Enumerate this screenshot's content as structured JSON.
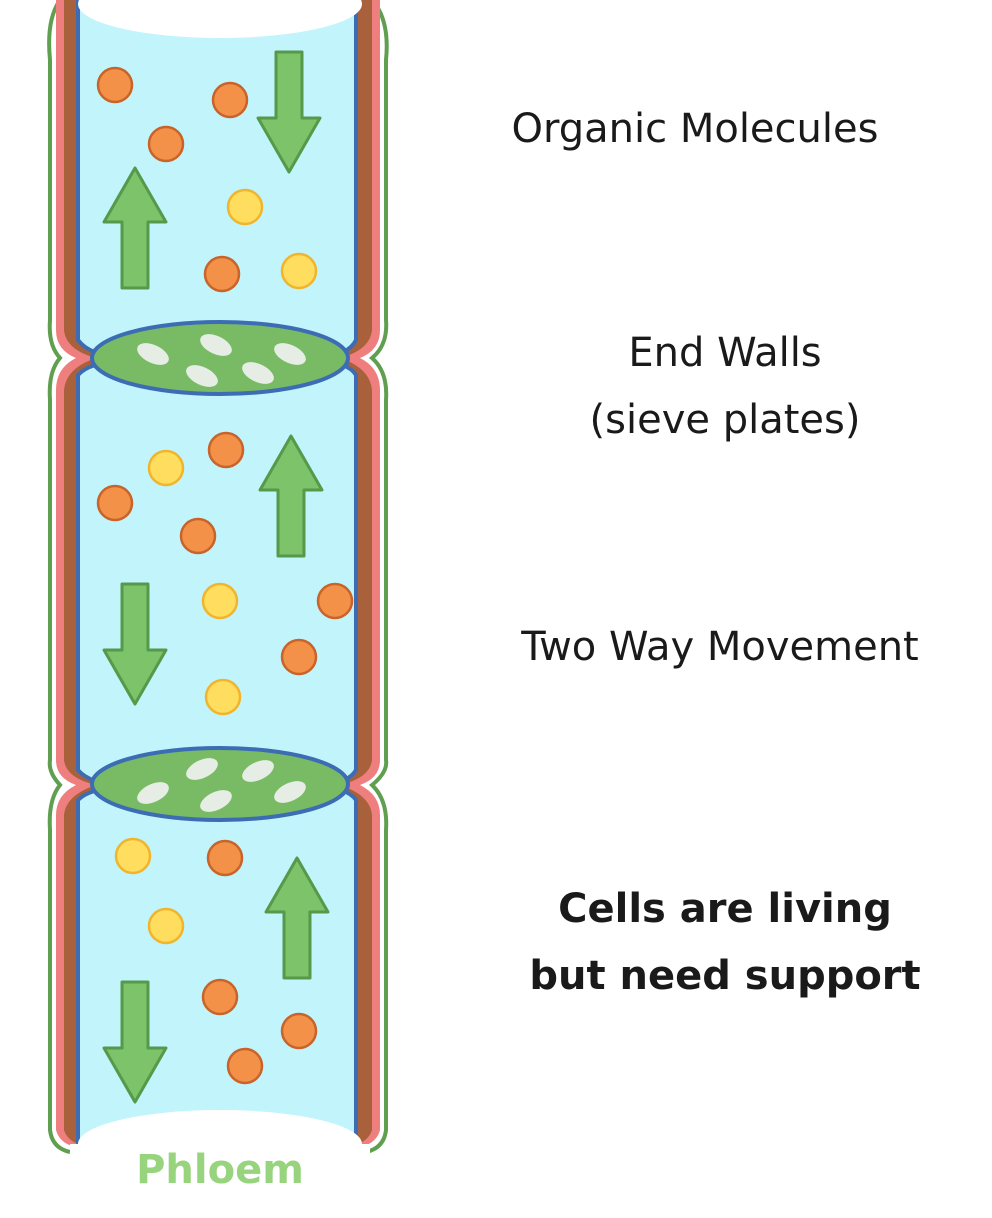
{
  "title": "Phloem",
  "labels": {
    "organic_molecules": "Organic Molecules",
    "end_walls_line1": "End Walls",
    "end_walls_line2": "(sieve plates)",
    "two_way_movement": "Two Way Movement",
    "cells_line1": "Cells are living",
    "cells_line2": "but need support"
  },
  "colors": {
    "lumen": "#c2f4fb",
    "lumen_border": "#3c6db4",
    "wall_brown": "#a8613a",
    "wall_pink": "#ef7f7f",
    "wall_outline": "#5f9f4f",
    "sieve_plate": "#78bb64",
    "sieve_pore": "#e6ede4",
    "arrow_fill": "#7cc36a",
    "arrow_stroke": "#55994a",
    "orange_molecule": "#f39148",
    "yellow_molecule": "#ffdd5e",
    "title_color": "#98d47e"
  }
}
